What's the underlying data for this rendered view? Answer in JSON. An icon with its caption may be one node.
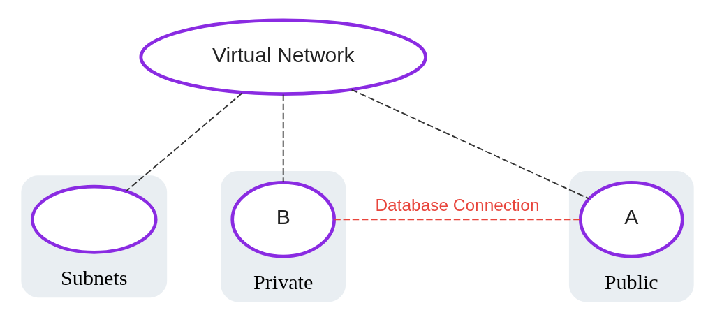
{
  "diagram": {
    "nodes": [
      {
        "text": [
          "Virtual Network"
        ]
      },
      {
        "text": [
          "Subnets"
        ]
      },
      {
        "text": [],
        "shape": "cloud",
        "in": 1
      },
      {
        "text": [
          "Private"
        ]
      },
      {
        "text": [
          "B"
        ],
        "in": 3
      },
      {
        "text": [
          "Public"
        ]
      },
      {
        "text": [
          "A"
        ],
        "in": 5
      }
    ],
    "edges": [
      {
        "from": 0,
        "to": 2,
        "arrow": "none",
        "style": "dashed"
      },
      {
        "from": 0,
        "to": 6,
        "arrow": "none",
        "style": "dashed"
      },
      {
        "from": 0,
        "to": 4,
        "arrow": "none",
        "style": "dashed"
      },
      {
        "from": 6,
        "to": 4,
        "arrow": "none",
        "style": "dashed",
        "color": "#e8453c",
        "label": "Database Connection"
      }
    ]
  }
}
